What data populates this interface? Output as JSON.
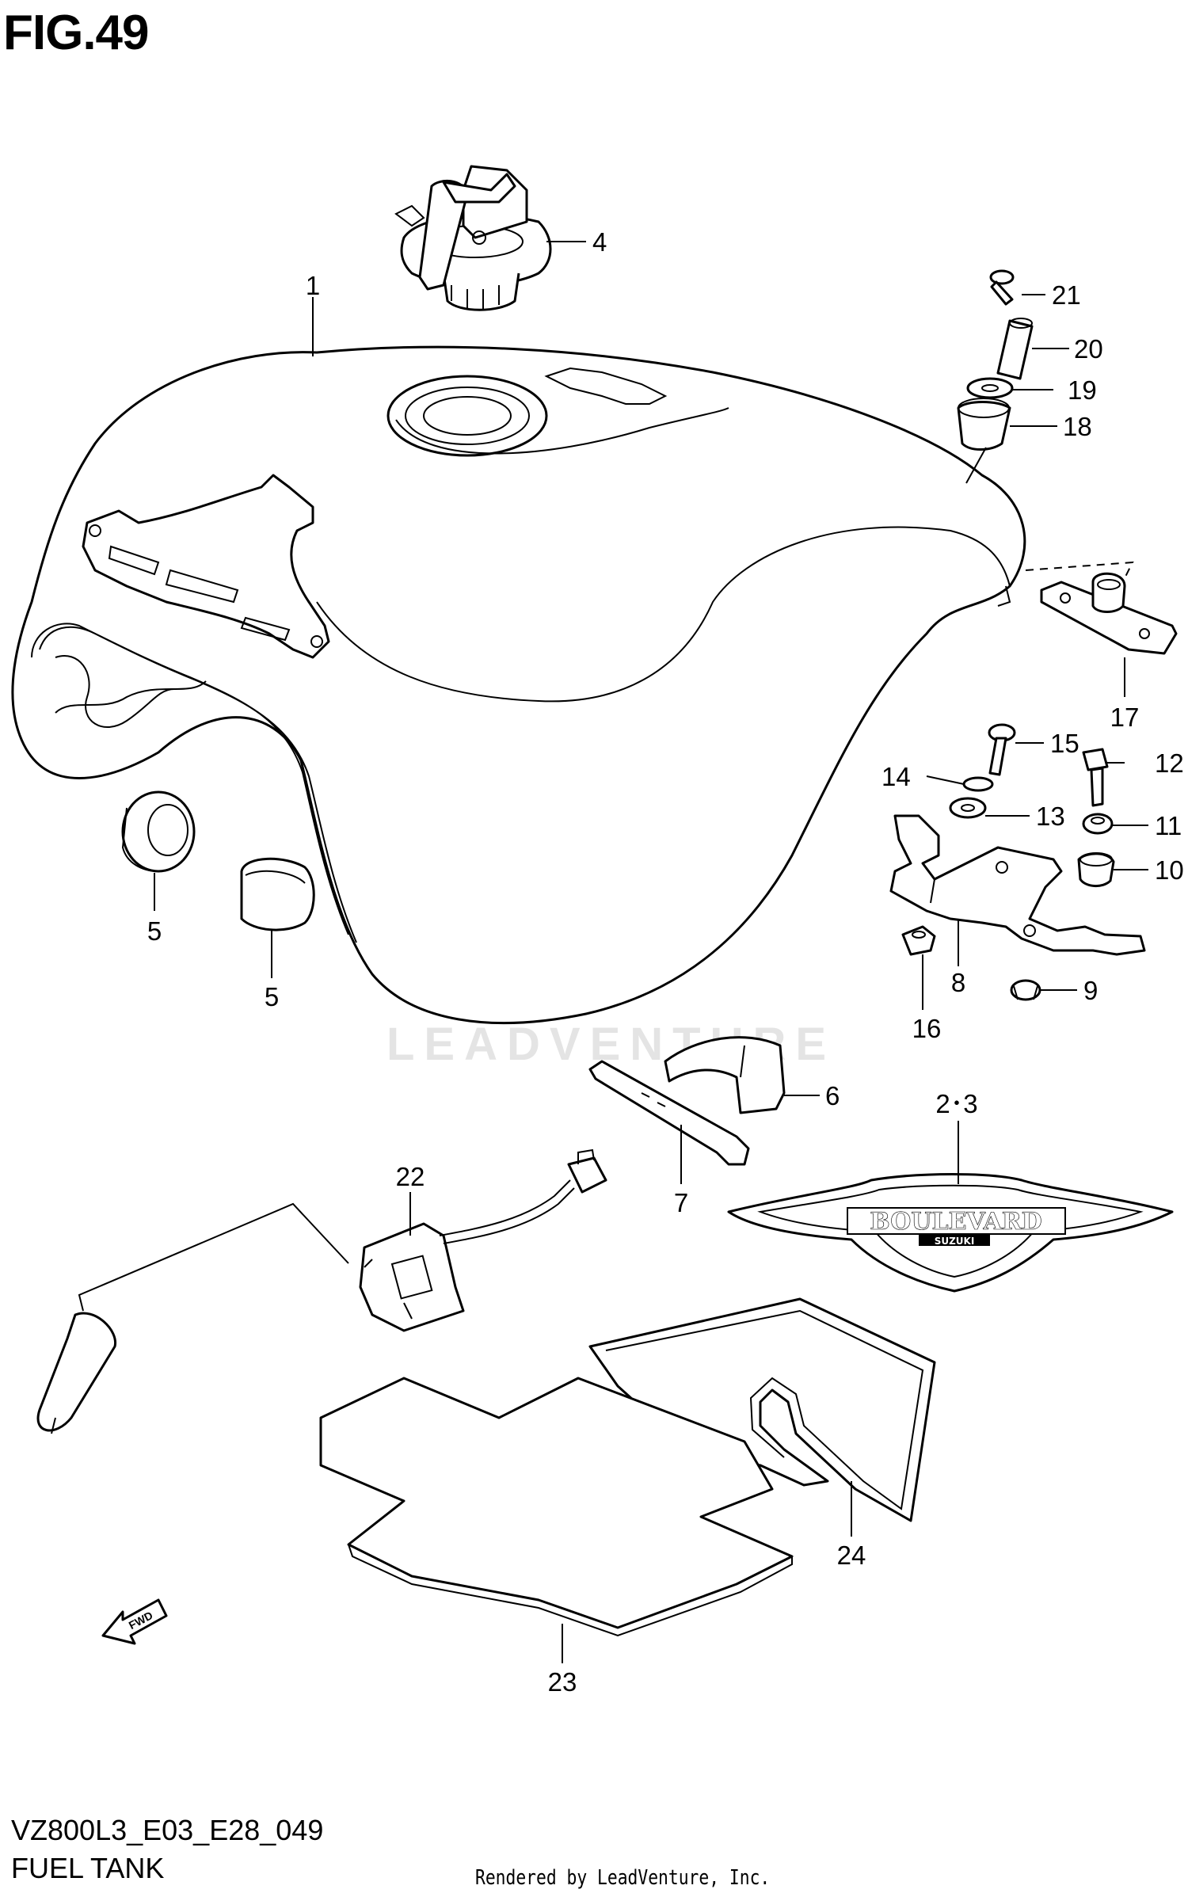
{
  "figure": {
    "title": "FIG.49",
    "model_code": "VZ800L3_E03_E28_049",
    "caption": "FUEL TANK",
    "rendered_by": "Rendered by LeadVenture, Inc.",
    "watermark": "LEADVENTURE"
  },
  "emblem": {
    "main_text": "BOULEVARD",
    "sub_text": "SUZUKI"
  },
  "arrow": {
    "label": "FWD"
  },
  "callouts": [
    {
      "id": "c1",
      "label": "1"
    },
    {
      "id": "c4",
      "label": "4"
    },
    {
      "id": "c21",
      "label": "21"
    },
    {
      "id": "c20",
      "label": "20"
    },
    {
      "id": "c19",
      "label": "19"
    },
    {
      "id": "c18",
      "label": "18"
    },
    {
      "id": "c17",
      "label": "17"
    },
    {
      "id": "c15",
      "label": "15"
    },
    {
      "id": "c12",
      "label": "12"
    },
    {
      "id": "c14",
      "label": "14"
    },
    {
      "id": "c13",
      "label": "13"
    },
    {
      "id": "c11",
      "label": "11"
    },
    {
      "id": "c10",
      "label": "10"
    },
    {
      "id": "c8",
      "label": "8"
    },
    {
      "id": "c9",
      "label": "9"
    },
    {
      "id": "c16",
      "label": "16"
    },
    {
      "id": "c5a",
      "label": "5"
    },
    {
      "id": "c5b",
      "label": "5"
    },
    {
      "id": "c6",
      "label": "6"
    },
    {
      "id": "c7",
      "label": "7"
    },
    {
      "id": "c23b",
      "label": "2･3"
    },
    {
      "id": "c22",
      "label": "22"
    },
    {
      "id": "c24",
      "label": "24"
    },
    {
      "id": "c23",
      "label": "23"
    }
  ]
}
